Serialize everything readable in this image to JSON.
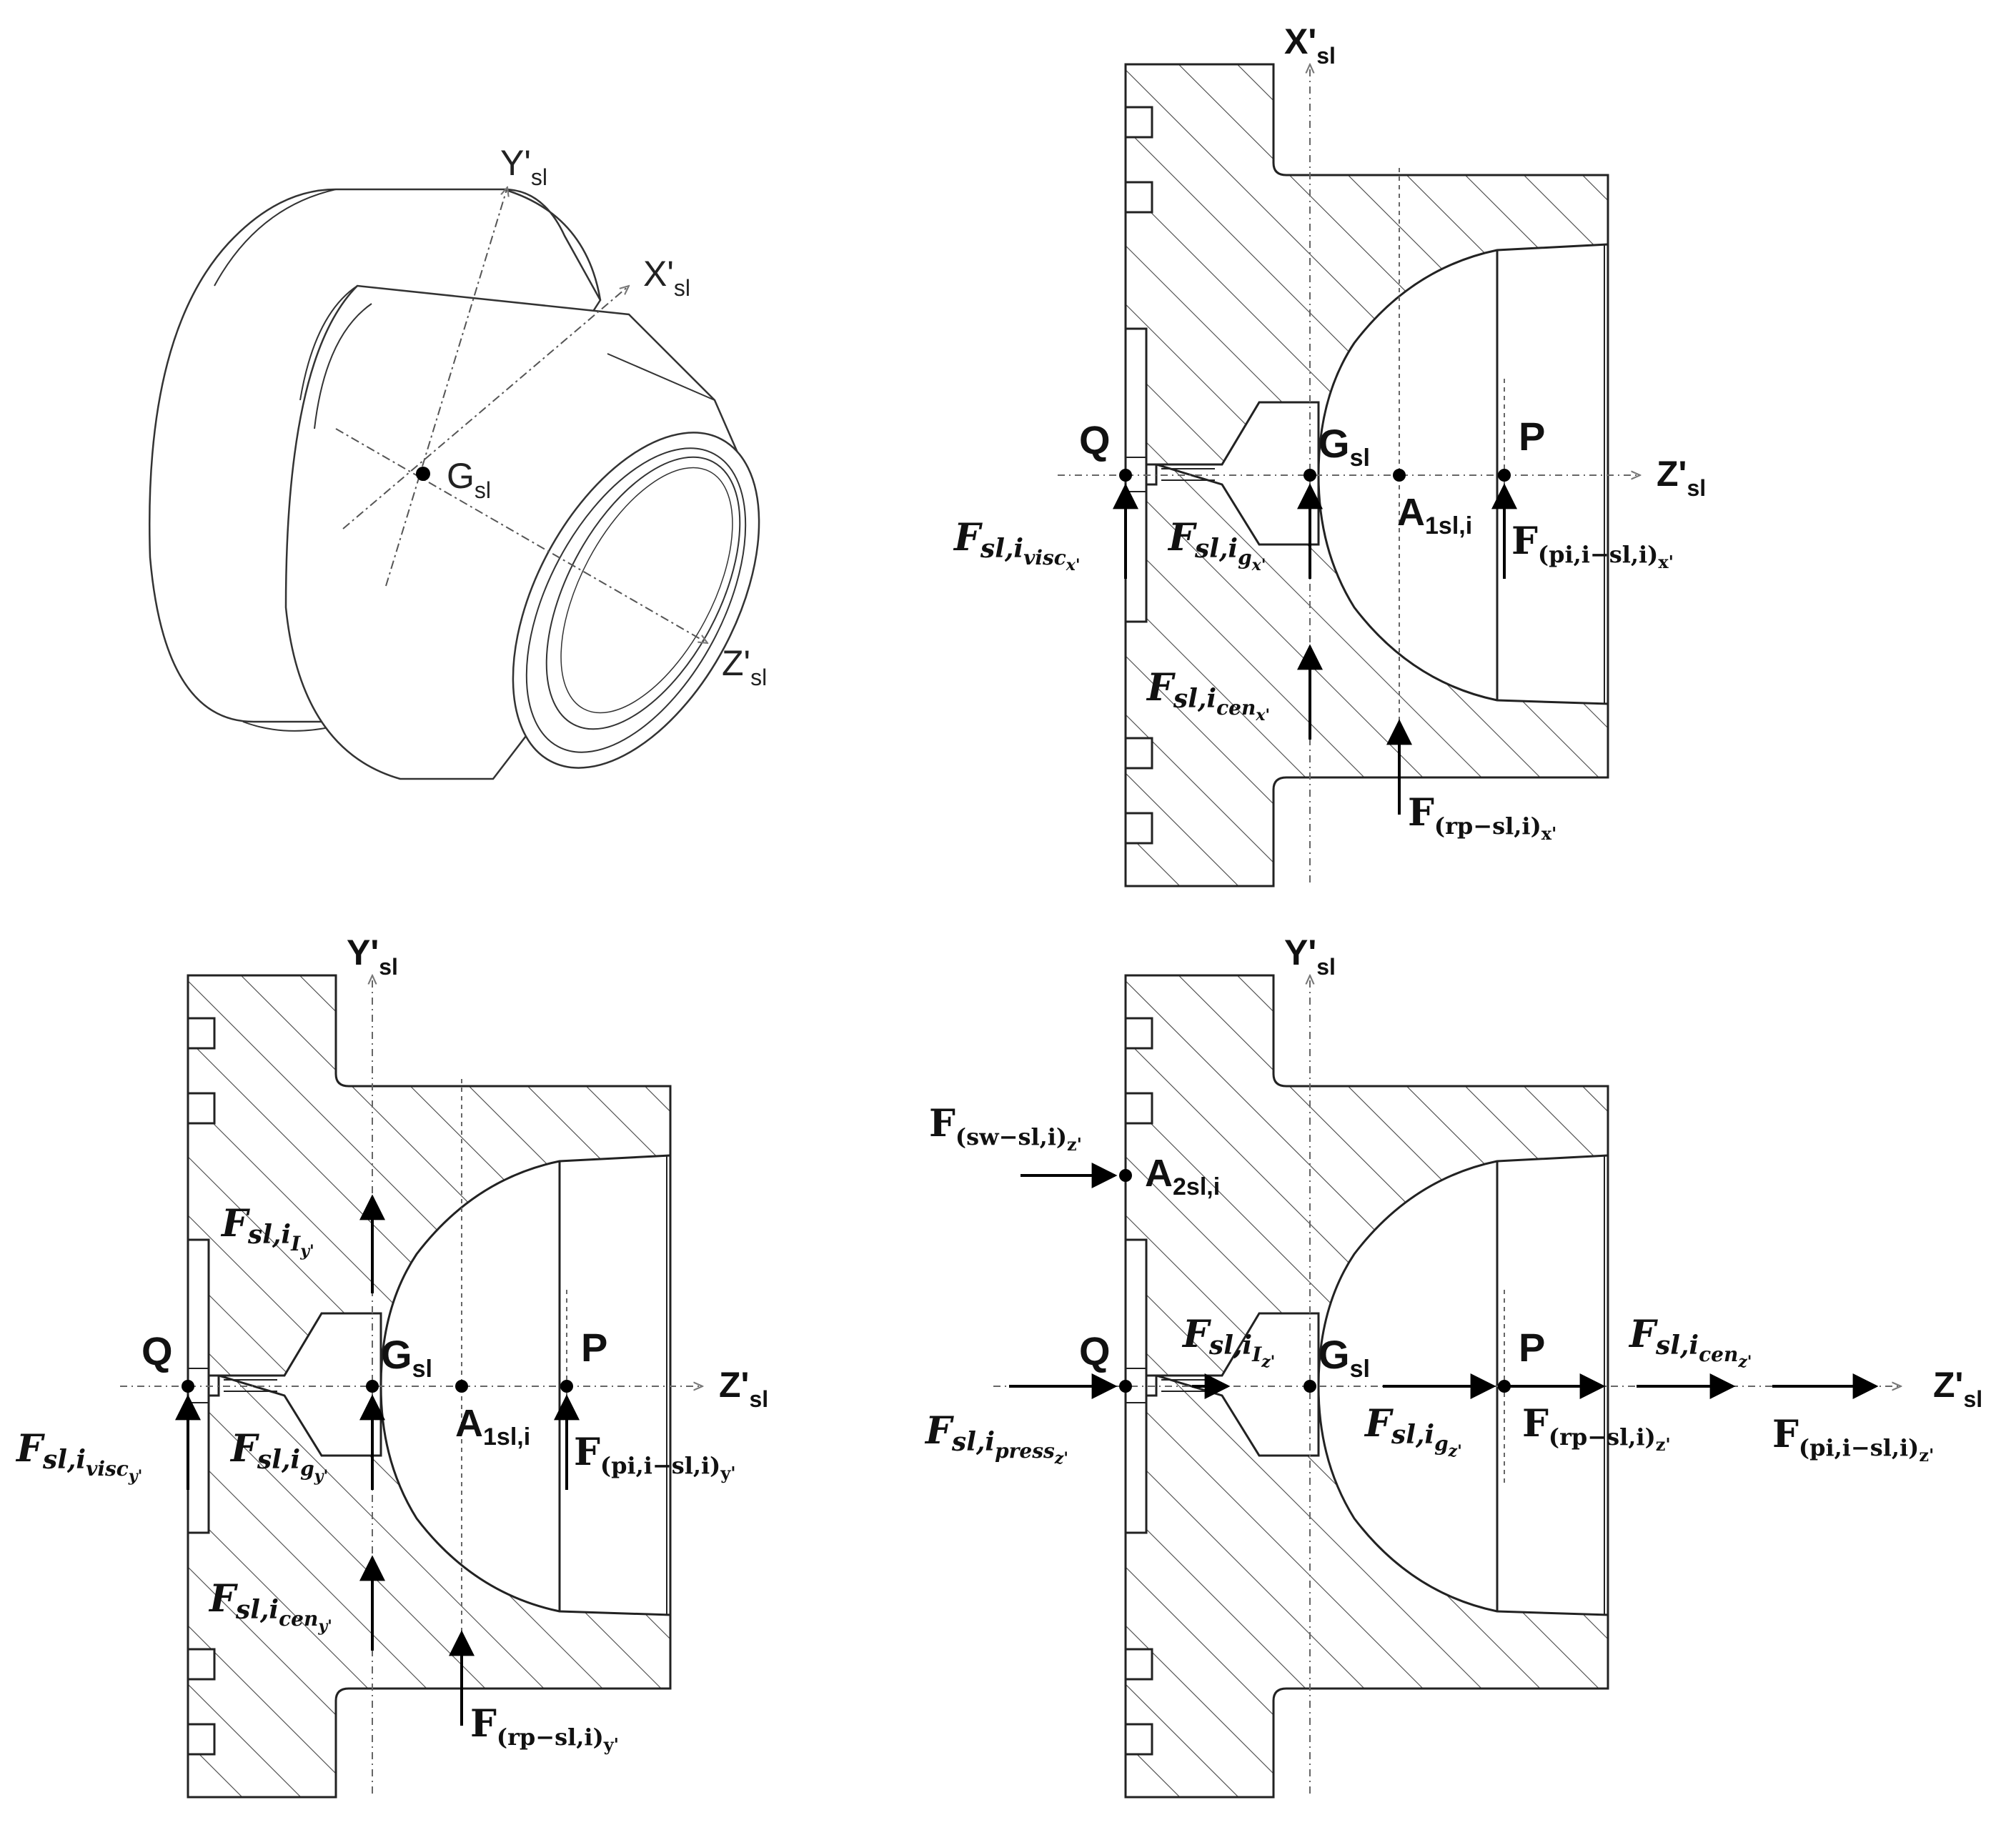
{
  "panel_iso": {
    "axis_y": "Y'",
    "axis_y_sub": "sl",
    "axis_x": "X'",
    "axis_x_sub": "sl",
    "axis_z": "Z'",
    "axis_z_sub": "sl",
    "center": "G",
    "center_sub": "sl"
  },
  "panel_tr": {
    "axis_v": "X'",
    "axis_v_sub": "sl",
    "axis_h": "Z'",
    "axis_h_sub": "sl",
    "q": "Q",
    "g": "G",
    "g_sub": "sl",
    "p": "P",
    "a1": "A",
    "a1_sub": "1sl,i",
    "f_visc": "F",
    "f_visc_sub": "sl,i",
    "f_visc_sub2": "visc",
    "f_visc_sub3": "x'",
    "f_g": "F",
    "f_g_sub": "sl,i",
    "f_g_sub2": "g",
    "f_g_sub3": "x'",
    "f_pi": "F",
    "f_pi_sub": "(pi,i−sl,i)",
    "f_pi_sub2": "x'",
    "f_cen": "F",
    "f_cen_sub": "sl,i",
    "f_cen_sub2": "cen",
    "f_cen_sub3": "x'",
    "f_rp": "F",
    "f_rp_sub": "(rp−sl,i)",
    "f_rp_sub2": "x'"
  },
  "panel_bl": {
    "axis_v": "Y'",
    "axis_v_sub": "sl",
    "axis_h": "Z'",
    "axis_h_sub": "sl",
    "q": "Q",
    "g": "G",
    "g_sub": "sl",
    "p": "P",
    "a1": "A",
    "a1_sub": "1sl,i",
    "f_i": "F",
    "f_i_sub": "sl,i",
    "f_i_sub2": "I",
    "f_i_sub3": "y'",
    "f_visc": "F",
    "f_visc_sub": "sl,i",
    "f_visc_sub2": "visc",
    "f_visc_sub3": "y'",
    "f_g": "F",
    "f_g_sub": "sl,i",
    "f_g_sub2": "g",
    "f_g_sub3": "y'",
    "f_pi": "F",
    "f_pi_sub": "(pi,i−sl,i)",
    "f_pi_sub2": "y'",
    "f_cen": "F",
    "f_cen_sub": "sl,i",
    "f_cen_sub2": "cen",
    "f_cen_sub3": "y'",
    "f_rp": "F",
    "f_rp_sub": "(rp−sl,i)",
    "f_rp_sub2": "y'"
  },
  "panel_br": {
    "axis_v": "Y'",
    "axis_v_sub": "sl",
    "axis_h": "Z'",
    "axis_h_sub": "sl",
    "q": "Q",
    "g": "G",
    "g_sub": "sl",
    "p": "P",
    "a2": "A",
    "a2_sub": "2sl,i",
    "f_sw": "F",
    "f_sw_sub": "(sw−sl,i)",
    "f_sw_sub2": "z'",
    "f_i": "F",
    "f_i_sub": "sl,i",
    "f_i_sub2": "I",
    "f_i_sub3": "z'",
    "f_press": "F",
    "f_press_sub": "sl,i",
    "f_press_sub2": "press",
    "f_press_sub3": "z'",
    "f_g": "F",
    "f_g_sub": "sl,i",
    "f_g_sub2": "g",
    "f_g_sub3": "z'",
    "f_rp": "F",
    "f_rp_sub": "(rp−sl,i)",
    "f_rp_sub2": "z'",
    "f_cen": "F",
    "f_cen_sub": "sl,i",
    "f_cen_sub2": "cen",
    "f_cen_sub3": "z'",
    "f_pi": "F",
    "f_pi_sub": "(pi,i−sl,i)",
    "f_pi_sub2": "z'"
  }
}
